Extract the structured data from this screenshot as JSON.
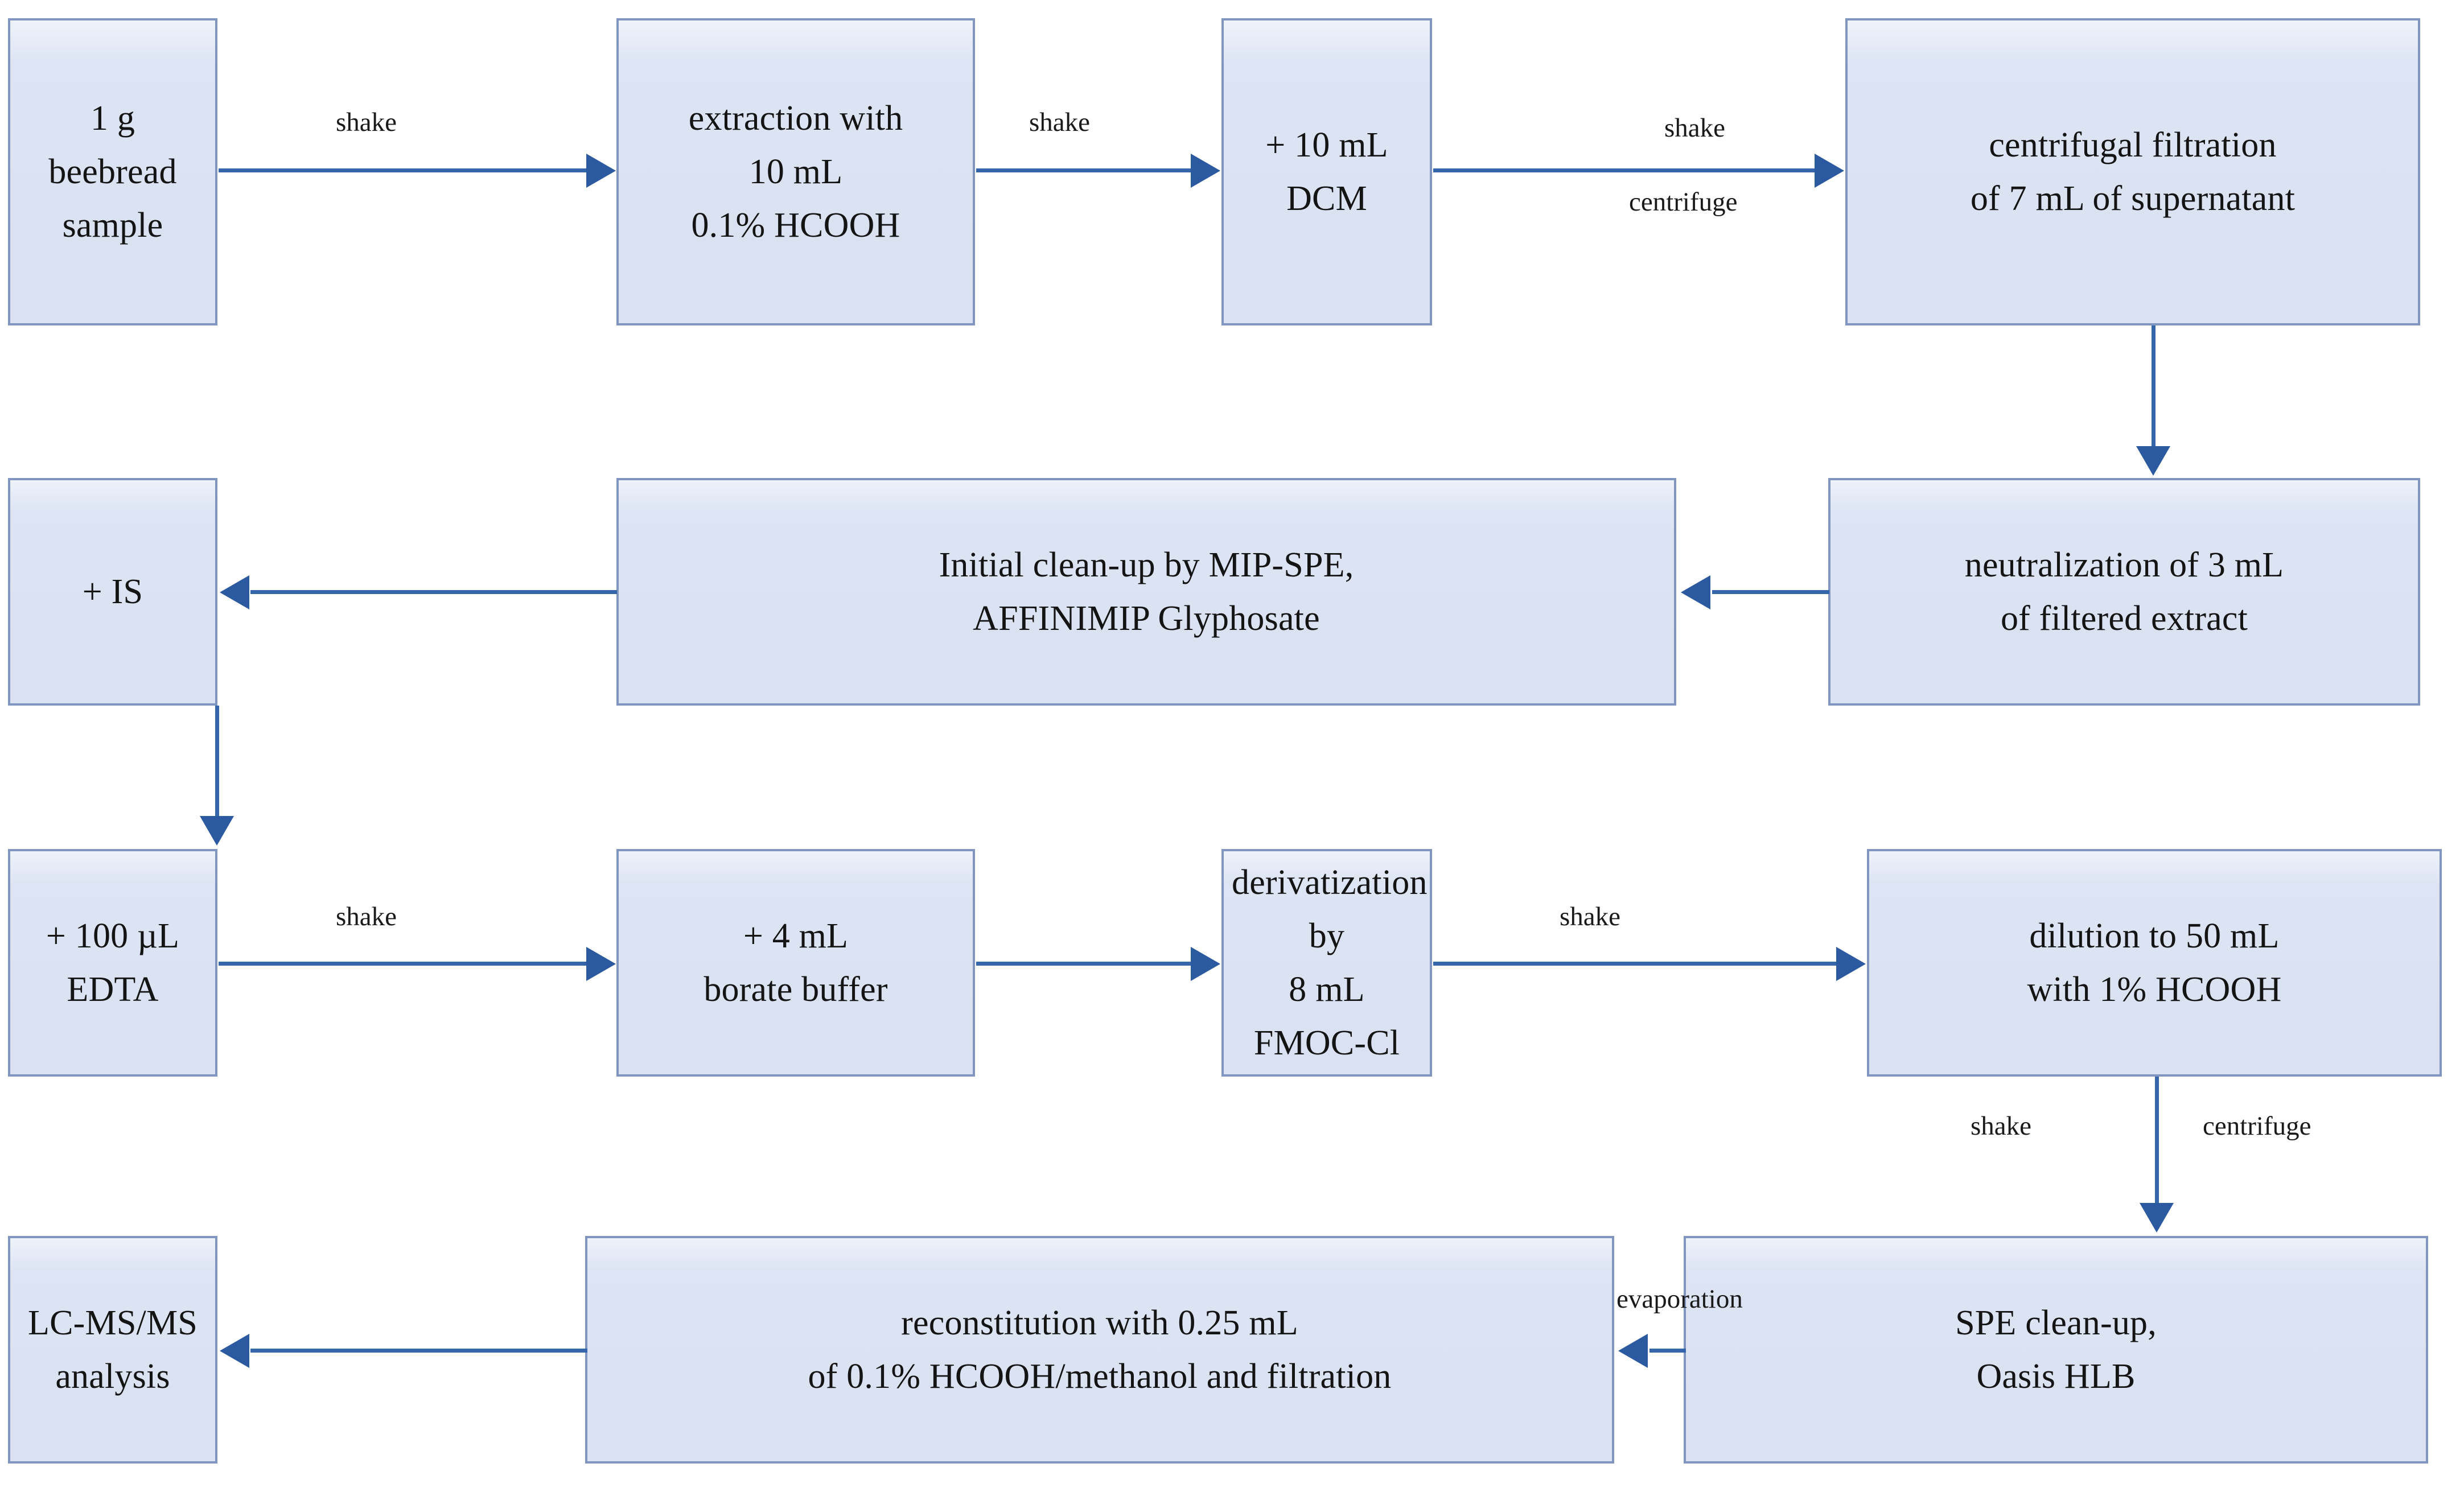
{
  "diagram": {
    "title": "Beebread sample preparation and glyphosate analysis workflow",
    "colors": {
      "node_fill": "#d9e1f2",
      "node_border": "#8096c0",
      "arrow": "#2c5aa0",
      "background": "#ffffff",
      "text": "#141414"
    },
    "nodes": [
      {
        "id": "n1",
        "lines": [
          "1 g",
          "beebread",
          "sample"
        ]
      },
      {
        "id": "n2",
        "lines": [
          "extraction with",
          "10 mL",
          "0.1% HCOOH"
        ]
      },
      {
        "id": "n3",
        "lines": [
          "+ 10 mL DCM"
        ]
      },
      {
        "id": "n4",
        "lines": [
          "centrifugal filtration",
          "of 7 mL of supernatant"
        ]
      },
      {
        "id": "n5",
        "lines": [
          "neutralization of 3 mL",
          "of filtered extract"
        ]
      },
      {
        "id": "n6",
        "lines": [
          "Initial clean-up by MIP-SPE,",
          "AFFINIMIP Glyphosate"
        ]
      },
      {
        "id": "n7",
        "lines": [
          "+ IS"
        ]
      },
      {
        "id": "n8",
        "lines": [
          "+ 100 µL",
          "EDTA"
        ]
      },
      {
        "id": "n9",
        "lines": [
          "+ 4 mL",
          "borate buffer"
        ]
      },
      {
        "id": "n10",
        "lines": [
          "derivatization by",
          "8 mL FMOC-Cl"
        ]
      },
      {
        "id": "n11",
        "lines": [
          "dilution to 50 mL",
          "with 1% HCOOH"
        ]
      },
      {
        "id": "n12",
        "lines": [
          "SPE clean-up,",
          "Oasis HLB"
        ]
      },
      {
        "id": "n13",
        "lines": [
          "reconstitution with 0.25 mL",
          "of 0.1% HCOOH/methanol and filtration"
        ]
      },
      {
        "id": "n14",
        "lines": [
          "LC-MS/MS",
          "analysis"
        ]
      }
    ],
    "edge_labels": {
      "e1": "shake",
      "e2": "shake",
      "e3_top": "shake",
      "e3_bottom": "centrifuge",
      "e8": "shake",
      "e9": "shake",
      "e10": "shake",
      "e11_left": "shake",
      "e11_right": "centrifuge",
      "e12": "evaporation"
    }
  }
}
